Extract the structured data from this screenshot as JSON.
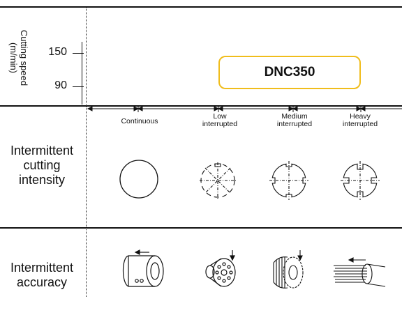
{
  "speed_chart": {
    "axis_label_line1": "Cutting speed",
    "axis_label_line2": "(m/min)",
    "ticks": [
      "150",
      "90"
    ],
    "grade": "DNC350"
  },
  "categories": {
    "continuous": "Continuous",
    "low_line1": "Low",
    "low_line2": "interrupted",
    "medium_line1": "Medium",
    "medium_line2": "interrupted",
    "heavy_line1": "Heavy",
    "heavy_line2": "interrupted"
  },
  "rows": {
    "intensity_line1": "Intermittent",
    "intensity_line2": "cutting",
    "intensity_line3": "intensity",
    "accuracy_line1": "Intermittent",
    "accuracy_line2": "accuracy"
  },
  "colors": {
    "grade_border": "#f0bd1c",
    "lines": "#111111"
  },
  "icons": [
    "plain-circle-icon",
    "eight-notch-workpiece-icon",
    "four-notch-workpiece-icon",
    "four-deep-notch-workpiece-icon",
    "flanged-cylinder-icon",
    "holed-disc-icon",
    "gear-workpiece-icon",
    "splined-shaft-icon"
  ]
}
